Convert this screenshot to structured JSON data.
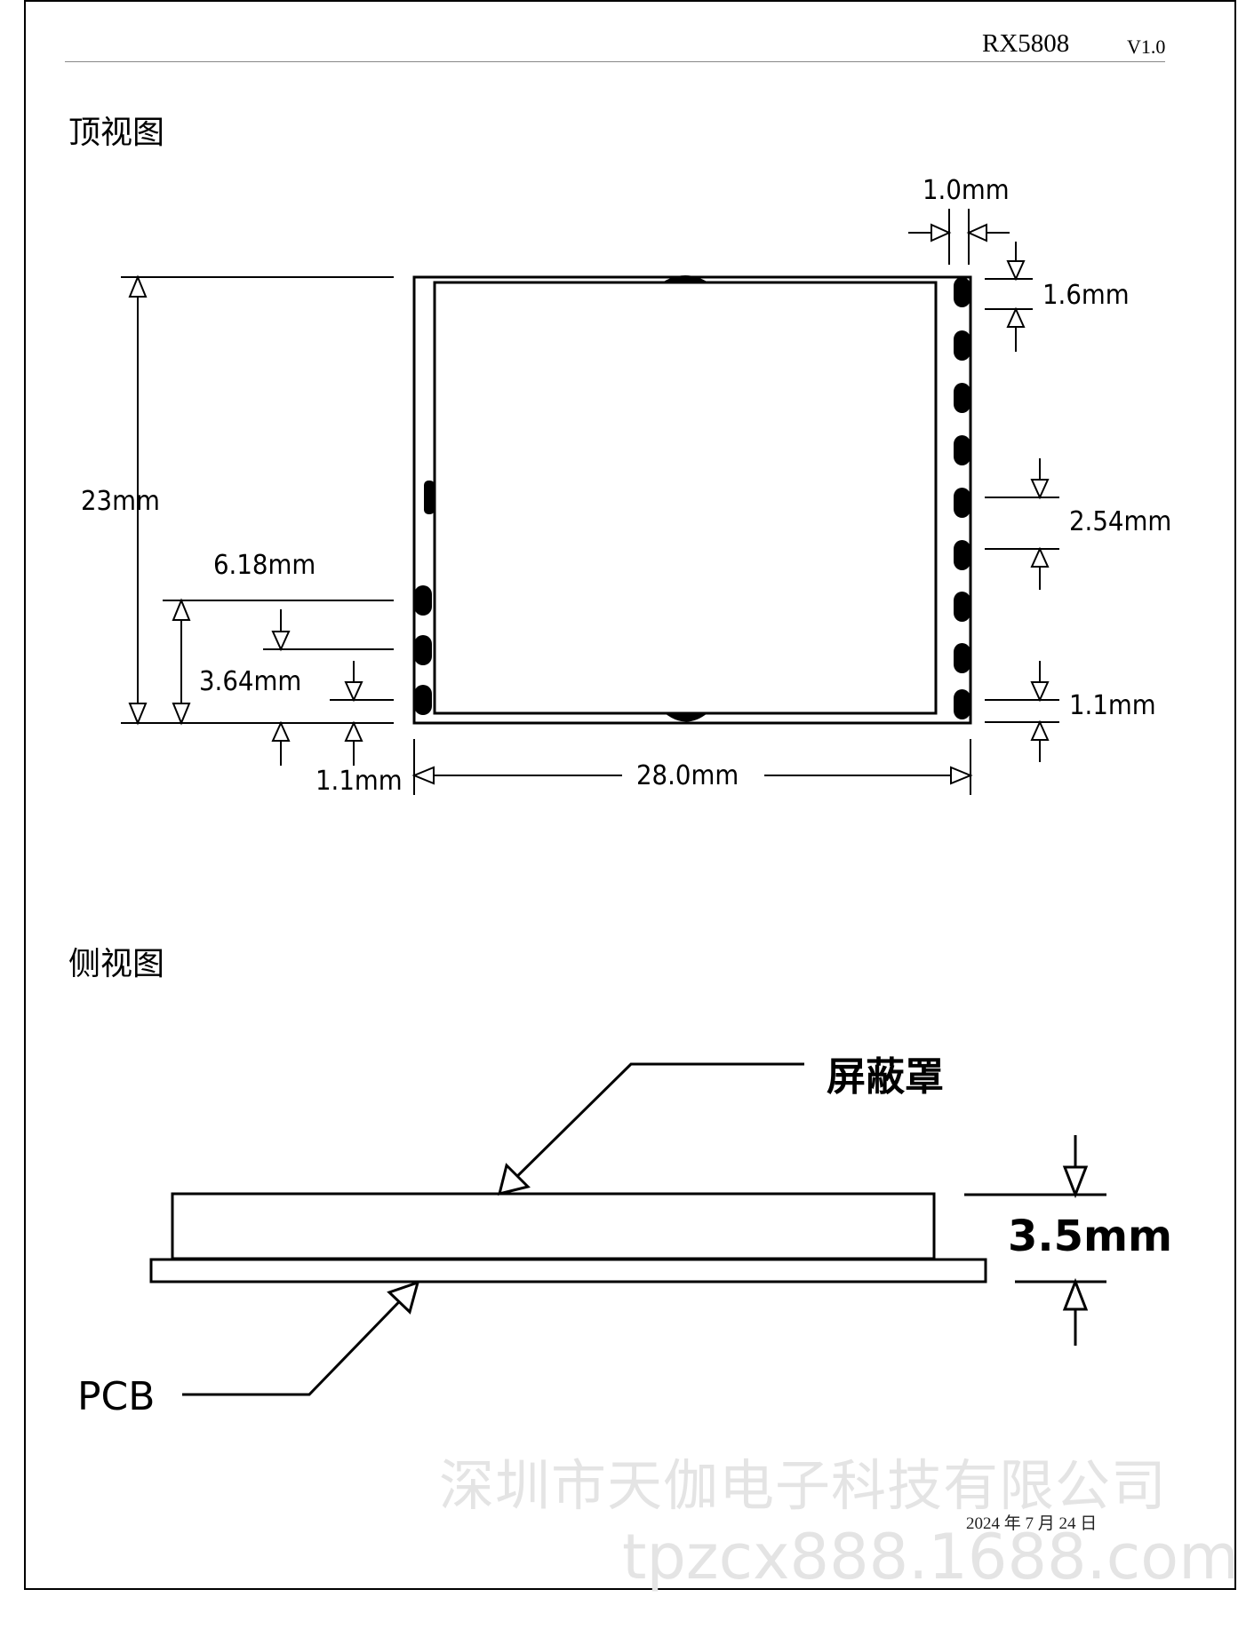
{
  "header": {
    "title": "RX5808",
    "version": "V1.0"
  },
  "top_view": {
    "title": "顶视图",
    "dimensions": {
      "pad_width": "1.0mm",
      "pad_height": "1.6mm",
      "pitch": "2.54mm",
      "right_bottom_offset": "1.1mm",
      "height": "23mm",
      "left_pad_offset": "6.18mm",
      "left_pad_pitch": "3.64mm",
      "left_bottom_offset": "1.1mm",
      "width": "28.0mm"
    }
  },
  "side_view": {
    "title": "侧视图",
    "shield_label": "屏蔽罩",
    "pcb_label": "PCB",
    "thickness": "3.5mm"
  },
  "watermark": {
    "company": "深圳市天伽电子科技有限公司",
    "url": "tpzcx888.1688.com"
  },
  "footer": {
    "date": "2024 年 7 月 24 日"
  }
}
